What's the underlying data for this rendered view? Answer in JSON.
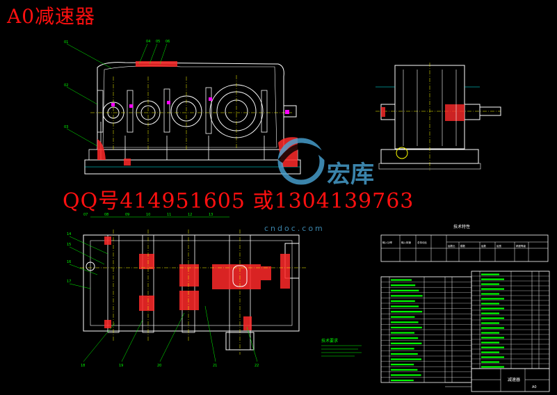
{
  "overlay": {
    "title": "A0减速器",
    "contact": "QQ号414951605 或1304139763"
  },
  "watermark": {
    "logo_text": "宏库",
    "site": "cndoc.com"
  },
  "parameter_table": {
    "title": "技术特性",
    "cells": [
      "输入功率",
      "输入转速",
      "总传动比",
      "齿数比",
      "模数",
      "齿数",
      "齿宽",
      "精度等级"
    ]
  },
  "tech_requirements": {
    "title": "技术要求"
  },
  "title_block": {
    "drawing_name": "减速器",
    "drawing_no": "A0"
  },
  "colors": {
    "background": "#000000",
    "outline": "#ffffff",
    "dims": "#00ffff",
    "leader": "#00ff00",
    "hatch": "#ff2a2a",
    "center": "#ffff00",
    "magenta": "#ff00ff",
    "watermark": "#4aa6d6"
  }
}
